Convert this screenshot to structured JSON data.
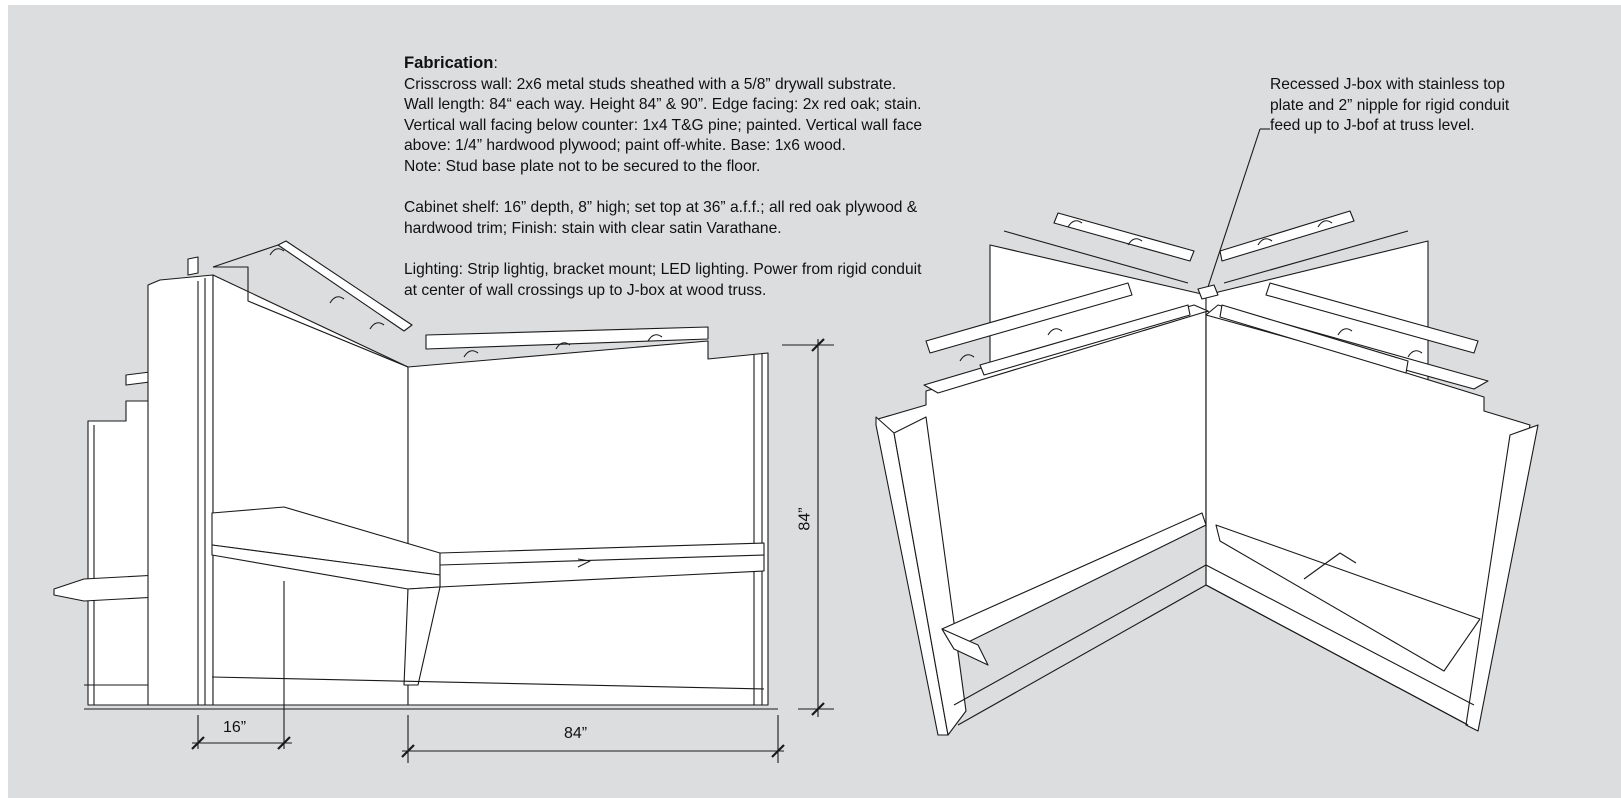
{
  "notes": {
    "fabrication_heading": "Fabrication",
    "fabrication_colon": ":",
    "fabrication_lines": [
      "Crisscross wall: 2x6 metal studs sheathed with a 5/8” drywall substrate.",
      "Wall length: 84“ each way. Height 84” & 90”. Edge facing: 2x red oak; stain.",
      "Vertical wall facing below counter: 1x4 T&G pine; painted. Vertical wall face",
      "above: 1/4” hardwood plywood; paint off-white. Base: 1x6 wood.",
      "Note: Stud base plate not to be secured to the floor."
    ],
    "cabinet_lines": [
      "Cabinet shelf: 16” depth, 8” high; set top at 36” a.f.f.; all red oak plywood &",
      "hardwood trim; Finish: stain with clear satin Varathane."
    ],
    "lighting_lines": [
      "Lighting: Strip lightig, bracket mount; LED lighting. Power from rigid conduit",
      "at center of wall crossings up to J-box at wood truss."
    ]
  },
  "callout": {
    "lines": [
      "Recessed J-box with stainless top",
      "plate and 2” nipple for rigid conduit",
      "feed up to J-bof at truss level."
    ]
  },
  "dimensions": {
    "shelf_depth": "16”",
    "wall_length": "84”",
    "wall_height": "84”"
  },
  "colors": {
    "background": "#dcdddf",
    "line": "#1a1a1a",
    "wall_fill": "#ffffff"
  }
}
